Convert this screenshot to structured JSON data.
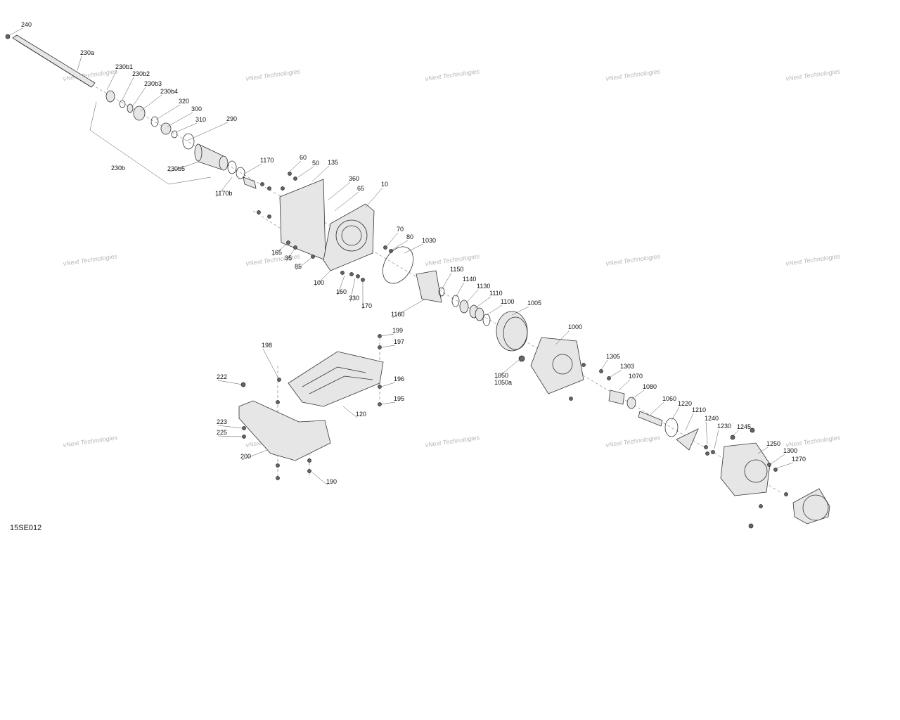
{
  "diagram": {
    "code": "15SE012",
    "watermark": "vNext Technologies",
    "labels": [
      "240",
      "230a",
      "230b1",
      "230b2",
      "230b3",
      "230b4",
      "320",
      "300",
      "310",
      "290",
      "230b",
      "230b5",
      "1170",
      "1170b",
      "60",
      "50",
      "135",
      "360",
      "65",
      "10",
      "165",
      "35",
      "85",
      "100",
      "160",
      "330",
      "170",
      "70",
      "80",
      "1030",
      "1160",
      "1150",
      "1140",
      "1130",
      "1110",
      "1100",
      "1005",
      "1000",
      "1050",
      "1050a",
      "1305",
      "1303",
      "1070",
      "1080",
      "1060",
      "1220",
      "1210",
      "1240",
      "1230",
      "1245",
      "1250",
      "1300",
      "1270",
      "199",
      "197",
      "196",
      "195",
      "198",
      "222",
      "120",
      "223",
      "225",
      "200",
      "190"
    ]
  }
}
